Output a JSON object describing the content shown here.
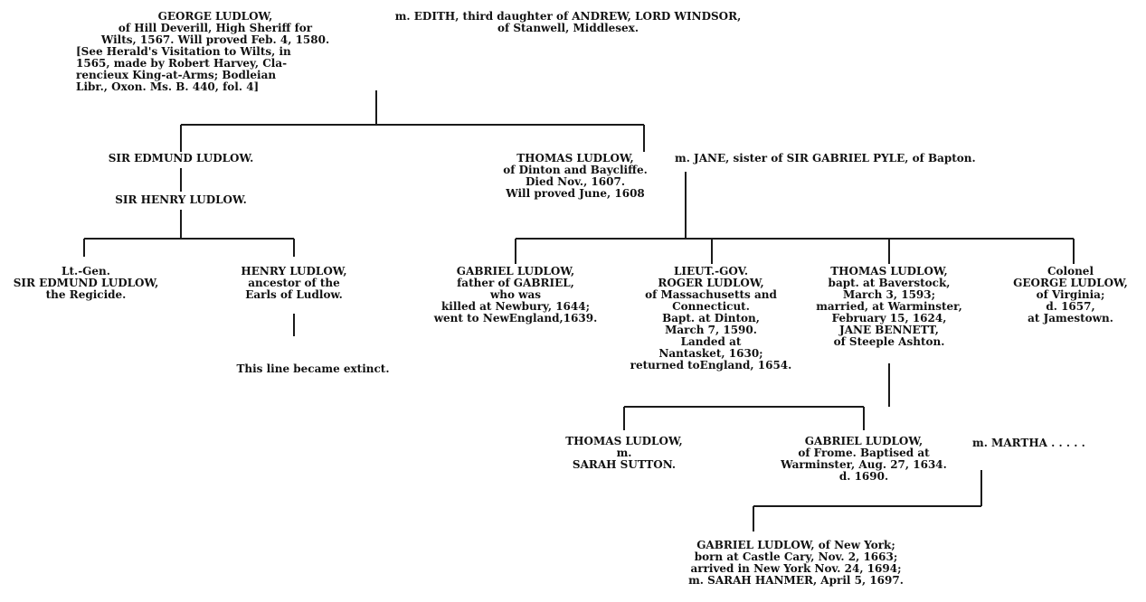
{
  "nodes": {
    "george": "GEORGE LUDLOW,\nof Hill Deverill, High Sheriff for\nWilts, 1567.  Will proved Feb. 4, 1580.",
    "herald": "[See Herald's Visitation to Wilts, in\n1565, made by Robert Harvey, Cla-\nrencieux King-at-Arms;  Bodleian\nLibr., Oxon.  Ms. B. 440, fol. 4]",
    "edith": "m. EDITH, third daughter of ANDREW, LORD WINDSOR,\nof Stanwell, Middlesex.",
    "sir_edmund": "SIR EDMUND LUDLOW.",
    "sir_henry": "SIR HENRY LUDLOW.",
    "thomas_dinton": "THOMAS LUDLOW,\nof Dinton and Baycliffe.\nDied Nov., 1607.\nWill proved June, 1608",
    "jane": "m. JANE, sister of SIR GABRIEL PYLE, of Bapton.",
    "lt_gen": "Lt.-Gen.\nSIR EDMUND LUDLOW,\nthe Regicide.",
    "henry_earls": "HENRY LUDLOW,\nancestor of the\nEarls of Ludlow.",
    "extinct": "This line became extinct.",
    "gabriel_father": "GABRIEL LUDLOW,\nfather of GABRIEL,\nwho was\nkilled at Newbury, 1644;\nwent to NewEngland,1639.",
    "roger": "LIEUT.-GOV.\nROGER LUDLOW,\nof Massachusetts and\nConnecticut.\nBapt. at Dinton,\nMarch 7, 1590.\nLanded at\nNantasket, 1630;\nreturned toEngland, 1654.",
    "thomas_baverstock": "THOMAS LUDLOW,\nbapt. at Baverstock,\nMarch 3, 1593;\nmarried, at Warminster,\nFebruary 15, 1624,\nJANE BENNETT,\nof Steeple Ashton.",
    "george_virginia": "Colonel\nGEORGE LUDLOW,\nof Virginia;\nd. 1657,\nat Jamestown.",
    "thomas_sutton": "THOMAS LUDLOW,\nm.\nSARAH SUTTON.",
    "gabriel_frome": "GABRIEL LUDLOW,\nof Frome.  Baptised at\nWarminster, Aug. 27, 1634.\nd. 1690.",
    "martha": "m. MARTHA . . . . .",
    "gabriel_ny": "GABRIEL LUDLOW, of New York;\nborn at Castle Cary, Nov. 2, 1663;\narrived in New York Nov. 24, 1694;\nm. SARAH HANMER, April 5, 1697."
  }
}
